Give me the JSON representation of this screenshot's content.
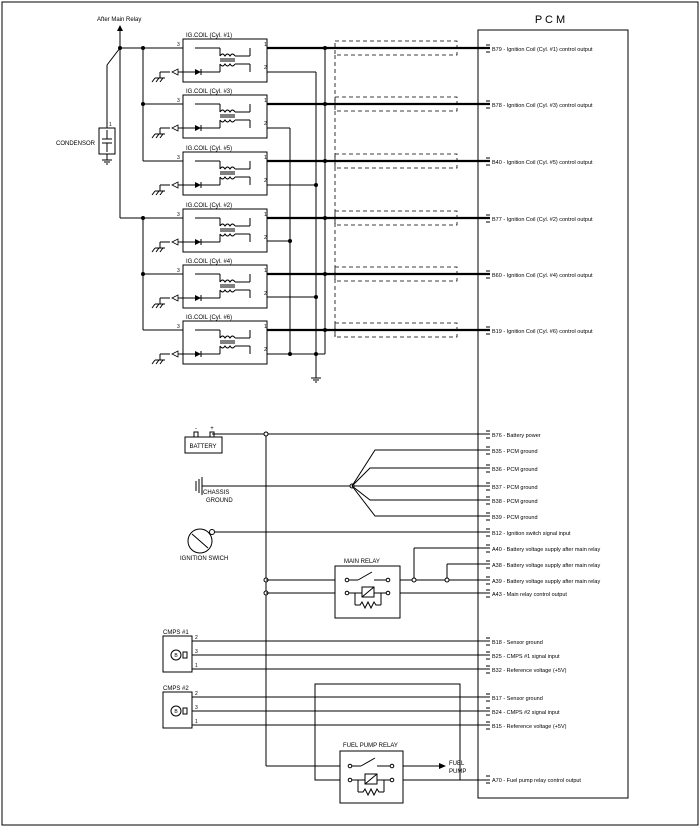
{
  "header": {
    "pcm_title": "P C M",
    "after_main_relay": "After Main Relay"
  },
  "condensor": {
    "label": "CONDENSOR",
    "pin": "1"
  },
  "coils": [
    {
      "title": "IG.COIL (Cyl. #1)",
      "pin_a": "3",
      "pin_b": "1",
      "pin_c": "2",
      "pcm_pin": "B79 - Ignition Coil (Cyl. #1) control output"
    },
    {
      "title": "IG.COIL (Cyl. #3)",
      "pin_a": "3",
      "pin_b": "1",
      "pin_c": "2",
      "pcm_pin": "B78 - Ignition Coil (Cyl. #3) control output"
    },
    {
      "title": "IG.COIL (Cyl. #5)",
      "pin_a": "3",
      "pin_b": "1",
      "pin_c": "2",
      "pcm_pin": "B40 - Ignition Coil (Cyl. #5) control output"
    },
    {
      "title": "IG.COIL (Cyl. #2)",
      "pin_a": "3",
      "pin_b": "1",
      "pin_c": "2",
      "pcm_pin": "B77 - Ignition Coil (Cyl. #2) control output"
    },
    {
      "title": "IG.COIL (Cyl. #4)",
      "pin_a": "3",
      "pin_b": "1",
      "pin_c": "2",
      "pcm_pin": "B60 - Ignition Coil (Cyl. #4) control output"
    },
    {
      "title": "IG.COIL (Cyl. #6)",
      "pin_a": "3",
      "pin_b": "1",
      "pin_c": "2",
      "pcm_pin": "B19 - Ignition Coil (Cyl. #6) control output"
    }
  ],
  "battery": {
    "label": "BATTERY",
    "minus": "-",
    "plus": "+"
  },
  "chassis_ground": {
    "line1": "CHASSIS",
    "line2": "GROUND"
  },
  "ignition_switch": {
    "label": "IGNITION SWICH"
  },
  "main_relay": {
    "label": "MAIN RELAY"
  },
  "cmps1": {
    "label": "CMPS #1",
    "pin2": "2",
    "pin3": "3",
    "pin1": "1",
    "symbol": "B"
  },
  "cmps2": {
    "label": "CMPS #2",
    "pin2": "2",
    "pin3": "3",
    "pin1": "1",
    "symbol": "B"
  },
  "fuel_pump_relay": {
    "label": "FUEL PUMP RELAY"
  },
  "fuel_pump": {
    "line1": "FUEL",
    "line2": "PUMP"
  },
  "pcm_pins": [
    "B76 - Battery power",
    "B35 - PCM ground",
    "B36 - PCM ground",
    "B37 - PCM ground",
    "B38 - PCM ground",
    "B39 - PCM ground",
    "B12 - Ignition switch signal input",
    "A40 - Battery voltage supply after main relay",
    "A38 - Battery voltage supply after main relay",
    "A39 - Battery voltage supply after main relay",
    "A43 - Main relay control output",
    "B18 - Sensor ground",
    "B25 - CMPS #1 signal input",
    "B32 - Reference voltage (+5V)",
    "B17 - Sensor ground",
    "B24 - CMPS #2 signal input",
    "B15 - Reference voltage (+5V)",
    "A70 - Fuel pump relay control output"
  ]
}
